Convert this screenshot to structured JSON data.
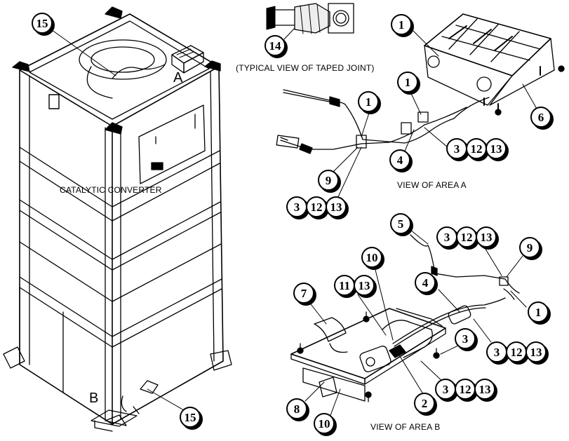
{
  "diagram": {
    "labels": {
      "catalytic_converter": "CATALYTIC CONVERTER",
      "view_area_a": "VIEW OF AREA  A",
      "view_area_b": "VIEW OF AREA B",
      "typical_view": "(TYPICAL VIEW OF TAPED JOINT)",
      "area_a_letter": "A",
      "area_b_letter": "B"
    },
    "callouts": {
      "c15_top": "15",
      "c14": "14",
      "c1_a_top": "1",
      "c1_a_mid": "1",
      "c1_a_left": "1",
      "c6": "6",
      "c3_a_right": "3",
      "c12_a_right": "12",
      "c13_a_right": "13",
      "c4_a": "4",
      "c9_a": "9",
      "c3_a_left": "3",
      "c12_a_left": "12",
      "c13_a_left": "13",
      "c5_b": "5",
      "c3_b_top": "3",
      "c12_b_top": "12",
      "c13_b_top": "13",
      "c9_b": "9",
      "c10_b_top": "10",
      "c11_b": "11",
      "c13_b_mid": "13",
      "c4_b": "4",
      "c1_b": "1",
      "c7_b": "7",
      "c3_b_low": "3",
      "c12_b_low": "12",
      "c13_b_low": "13",
      "c3_b_single": "3",
      "c3_b_bot": "3",
      "c12_b_bot": "12",
      "c13_b_bot": "13",
      "c2_b": "2",
      "c8_b": "8",
      "c10_b_bot": "10",
      "c15_bot": "15"
    }
  }
}
